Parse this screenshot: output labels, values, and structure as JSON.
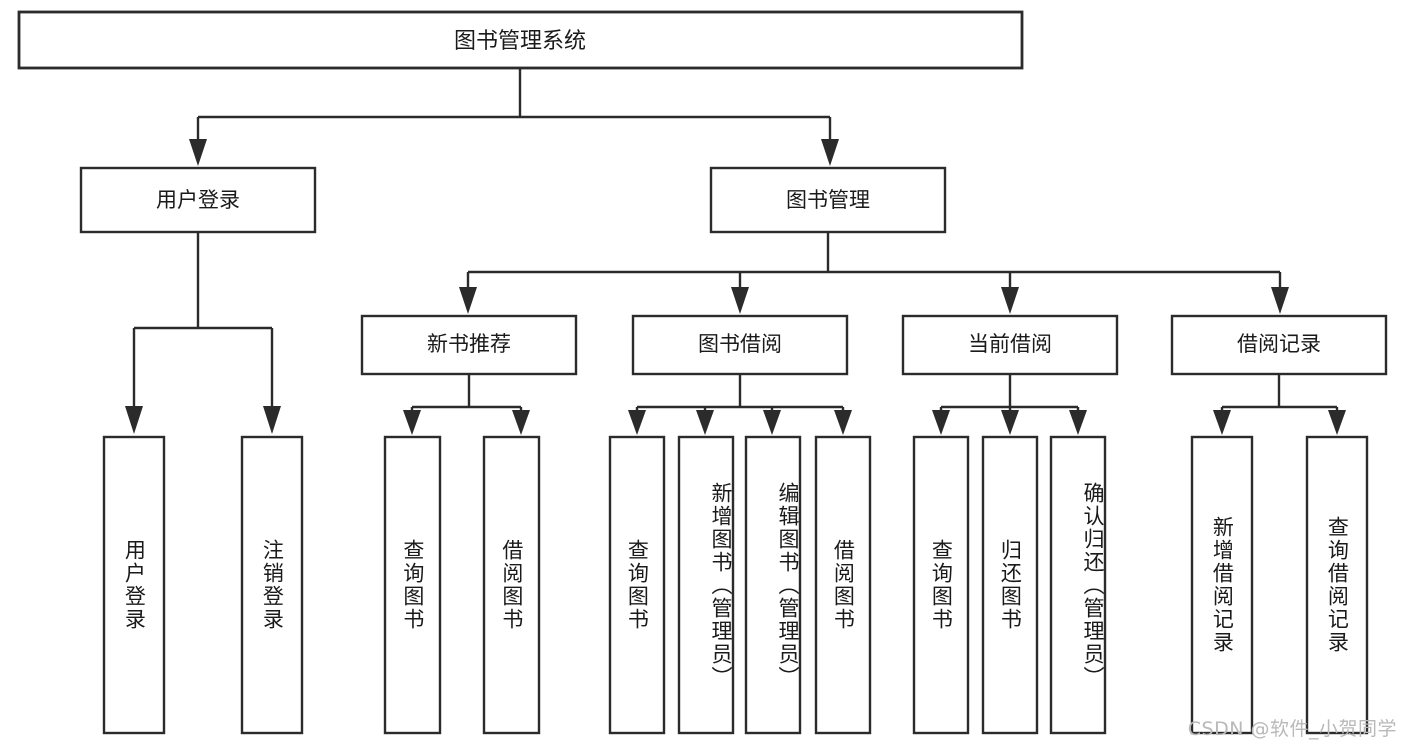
{
  "diagram": {
    "title": "图书管理系统",
    "type": "tree-hierarchy",
    "watermark": "CSDN @软件_小贺同学",
    "colors": {
      "box_stroke": "#2b2b2b",
      "box_fill": "#ffffff",
      "text": "#1a1a1a",
      "connector": "#2b2b2b",
      "watermark": "#b9b9b9",
      "background": "#ffffff"
    },
    "root": {
      "id": "root",
      "label": "图书管理系统"
    },
    "level2": [
      {
        "id": "user-login",
        "label": "用户登录"
      },
      {
        "id": "book-manage",
        "label": "图书管理"
      }
    ],
    "level3": [
      {
        "id": "new-book-recommend",
        "label": "新书推荐"
      },
      {
        "id": "book-borrow",
        "label": "图书借阅"
      },
      {
        "id": "current-borrow",
        "label": "当前借阅"
      },
      {
        "id": "borrow-record",
        "label": "借阅记录"
      }
    ],
    "leaves": [
      {
        "id": "leaf-user-login",
        "label": "用户登录",
        "parent": "user-login"
      },
      {
        "id": "leaf-logout",
        "label": "注销登录",
        "parent": "user-login"
      },
      {
        "id": "leaf-query-book-1",
        "label": "查询图书",
        "parent": "new-book-recommend"
      },
      {
        "id": "leaf-borrow-book-1",
        "label": "借阅图书",
        "parent": "new-book-recommend"
      },
      {
        "id": "leaf-query-book-2",
        "label": "查询图书",
        "parent": "book-borrow"
      },
      {
        "id": "leaf-add-book",
        "label": "新增图书（管理员）",
        "parent": "book-borrow"
      },
      {
        "id": "leaf-edit-book",
        "label": "编辑图书（管理员）",
        "parent": "book-borrow"
      },
      {
        "id": "leaf-borrow-book-2",
        "label": "借阅图书",
        "parent": "book-borrow"
      },
      {
        "id": "leaf-query-book-3",
        "label": "查询图书",
        "parent": "current-borrow"
      },
      {
        "id": "leaf-return-book",
        "label": "归还图书",
        "parent": "current-borrow"
      },
      {
        "id": "leaf-confirm-return",
        "label": "确认归还（管理员）",
        "parent": "current-borrow"
      },
      {
        "id": "leaf-add-record",
        "label": "新增借阅记录",
        "parent": "borrow-record"
      },
      {
        "id": "leaf-query-record",
        "label": "查询借阅记录",
        "parent": "borrow-record"
      }
    ]
  }
}
